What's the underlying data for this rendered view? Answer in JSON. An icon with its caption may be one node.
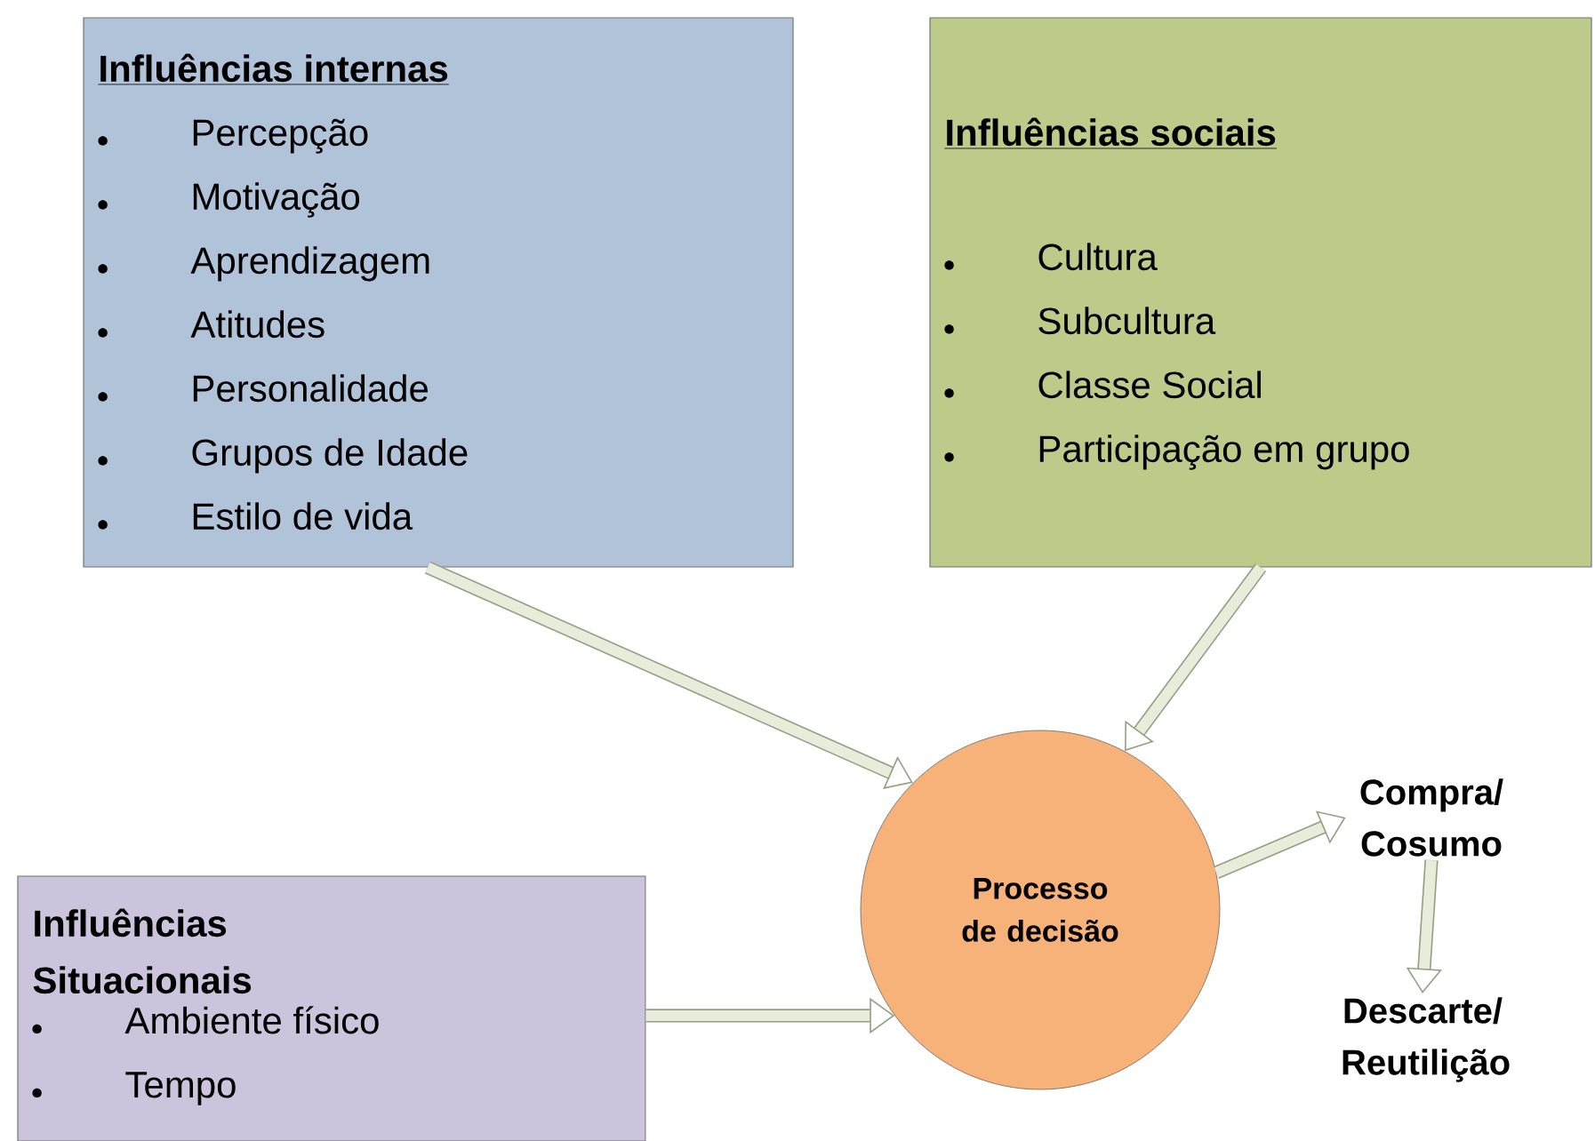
{
  "diagram": {
    "nodes": [
      {
        "text": [
          "Influências internas",
          "Percepção",
          "Motivação",
          "Aprendizagem",
          "Atitudes",
          "Personalidade",
          "Grupos de Idade",
          "Estilo de vida"
        ]
      },
      {
        "text": [
          "Influências sociais",
          "Cultura",
          "Subcultura",
          "Classe Social",
          "Participação em grupo"
        ]
      },
      {
        "text": [
          "Influências Situacionais",
          "Ambiente físico",
          "Tempo"
        ]
      },
      {
        "text": [
          "Processo de decisão"
        ]
      },
      {
        "text": [
          "Compra/ Cosumo"
        ]
      },
      {
        "text": [
          "Descarte/ Reutilição"
        ]
      }
    ],
    "edges": [
      {
        "from": 0,
        "to": 3,
        "arrow": "to"
      },
      {
        "from": 1,
        "to": 3,
        "arrow": "to"
      },
      {
        "from": 2,
        "to": 3,
        "arrow": "to"
      },
      {
        "from": 3,
        "to": 4,
        "arrow": "to"
      },
      {
        "from": 4,
        "to": 5,
        "arrow": "to"
      }
    ]
  }
}
